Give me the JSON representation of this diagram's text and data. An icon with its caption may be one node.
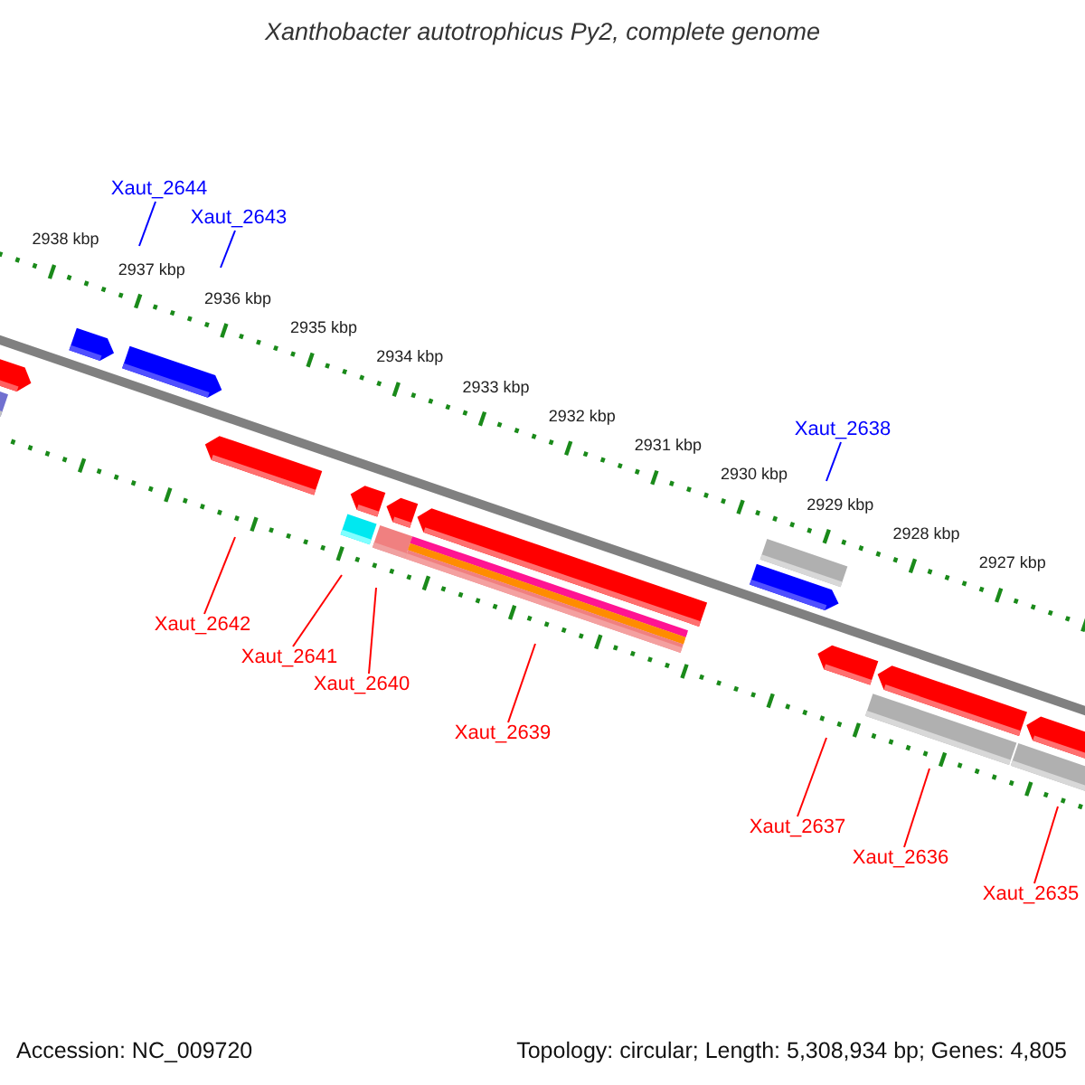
{
  "diagram": {
    "title": "Xanthobacter autotrophicus Py2, complete genome",
    "nodes": [
      {
        "text": [
          "Xaut_2644"
        ]
      },
      {
        "text": [
          "Xaut_2643"
        ]
      },
      {
        "text": [
          "Xaut_2638"
        ]
      },
      {
        "text": [
          "Xaut_2642"
        ]
      },
      {
        "text": [
          "Xaut_2641"
        ]
      },
      {
        "text": [
          "Xaut_2640"
        ]
      },
      {
        "text": [
          "Xaut_2639"
        ]
      },
      {
        "text": [
          "Xaut_2637"
        ]
      },
      {
        "text": [
          "Xaut_2636"
        ]
      },
      {
        "text": [
          "Xaut_2635"
        ]
      }
    ],
    "edges": [
      {
        "from": 0,
        "to": null,
        "arrow": "none",
        "color": "#0000ff"
      },
      {
        "from": 1,
        "to": null,
        "arrow": "none",
        "color": "#0000ff"
      },
      {
        "from": 2,
        "to": null,
        "arrow": "none",
        "color": "#0000ff"
      },
      {
        "from": 3,
        "to": null,
        "arrow": "none"
      },
      {
        "from": 4,
        "to": null,
        "arrow": "none"
      },
      {
        "from": 5,
        "to": null,
        "arrow": "none"
      },
      {
        "from": 6,
        "to": null,
        "arrow": "none"
      },
      {
        "from": 7,
        "to": null,
        "arrow": "none"
      },
      {
        "from": 8,
        "to": null,
        "arrow": "none"
      },
      {
        "from": 9,
        "to": null,
        "arrow": "none"
      }
    ],
    "labels": [
      "2938 kbp",
      "2937 kbp",
      "2936 kbp",
      "2935 kbp",
      "2934 kbp",
      "2933 kbp",
      "2932 kbp",
      "2931 kbp",
      "2930 kbp",
      "2929 kbp",
      "2928 kbp",
      "2927 kbp",
      "Accession: NC_009720",
      "Topology: circular; Length: 5,308,934 bp; Genes: 4,805"
    ]
  }
}
